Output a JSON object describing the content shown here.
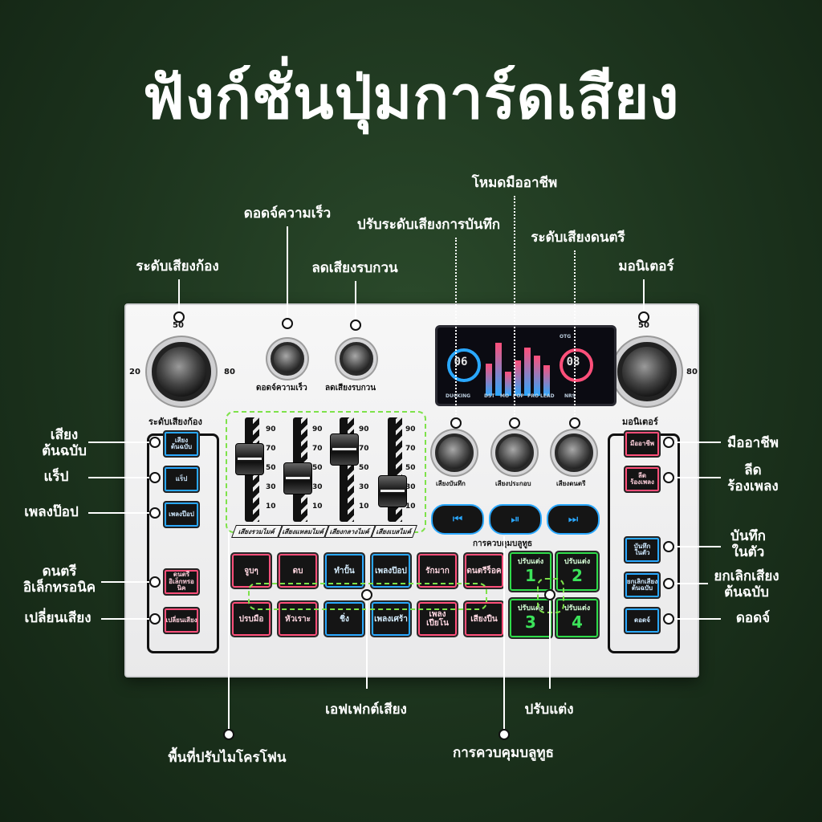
{
  "title": "ฟังก์ชั่นปุ่มการ์ดเสียง",
  "callouts": {
    "echo_level": "ระดับเสียงก้อง",
    "delay_speed": "ดอดจ์ความเร็ว",
    "noise_reduction": "ลดเสียงรบกวน",
    "pro_mode": "โหมดมืออาชีพ",
    "record_level": "ปรับระดับเสียงการบันทึก",
    "music_level": "ระดับเสียงดนตรี",
    "monitor": "มอนิเตอร์",
    "original_voice": "เสียง\nต้นฉบับ",
    "rap": "แร็ป",
    "pop": "เพลงป๊อป",
    "edm": "ดนตรี\nอิเล็กทรอนิค",
    "voice_change": "เปลี่ยนเสียง",
    "professional": "มืออาชีพ",
    "lead_sing": "ลีด\nร้องเพลง",
    "record_inside": "บันทึก\nในตัว",
    "cancel_original": "ยกเลิกเสียง\nต้นฉบับ",
    "dodge": "ดอดจ์",
    "sound_effects": "เอฟเฟกต์เสียง",
    "adjust": "ปรับแต่ง",
    "mic_area": "พื้นที่ปรับไมโครโฟน",
    "bluetooth_control": "การควบคุมบลูทูธ"
  },
  "device": {
    "big_knob_ticks": [
      "50",
      "20",
      "80"
    ],
    "echo_knob_label": "ระดับเสียงก้อง",
    "monitor_knob_label": "มอนิเตอร์",
    "delay_knob_label": "ดอดจ์ความเร็ว",
    "noise_knob_label": "ลดเสียงรบกวน",
    "record_knob_label": "เสียงบันทึก",
    "mic_knob_label": "เสียงประกอบ",
    "music_knob_label": "เสียงดนตรี",
    "fader_scale": [
      "90",
      "70",
      "50",
      "30",
      "10"
    ],
    "fader_tags": [
      "เสียงรวมไมค์",
      "เสียงแหลมไมค์",
      "เสียงกลางไมค์",
      "เสียงเบสไมค์"
    ],
    "bluetooth_label": "การควบคุมบลูทูธ",
    "screen": {
      "left_num": "06",
      "right_num": "08",
      "otg": "OTG",
      "bottom_labels": [
        "DUCKING",
        "DST",
        "MO",
        "POP",
        "PRO",
        "LEAD",
        "NRS"
      ]
    },
    "left_buttons": [
      "เสียง\nต้นฉบับ",
      "แร็ป",
      "เพลงป๊อป",
      "ดนตรี\nอิเล็กทรอนิค",
      "เปลี่ยนเสียง"
    ],
    "right_buttons": [
      "มืออาชีพ",
      "ลีด\nร้องเพลง",
      "บันทึก\nในตัว",
      "ยกเลิกเสียง\nต้นฉบับ",
      "ดอดจ์"
    ],
    "pads_top": [
      "จูบๆ",
      "ดบ",
      "ทำปั้น",
      "เพลงป๊อป",
      "รักมาก",
      "ดนตรีร็อค"
    ],
    "pads_bottom": [
      "ปรบมือ",
      "หัวเราะ",
      "ชิ่ง",
      "เพลงเศร้า",
      "เพลง\nเปียโน",
      "เสียงปืน"
    ],
    "adjust_pads": [
      {
        "label": "ปรับแต่ง",
        "num": "1"
      },
      {
        "label": "ปรับแต่ง",
        "num": "2"
      },
      {
        "label": "ปรับแต่ง",
        "num": "3"
      },
      {
        "label": "ปรับแต่ง",
        "num": "4"
      }
    ]
  },
  "colors": {
    "background": "#1c331d",
    "device_body": "#ececed",
    "blue_led": "#2aa8ff",
    "pink_led": "#ff4f7a",
    "green_led": "#2fdc4a",
    "dash_green": "#7ee24a"
  }
}
